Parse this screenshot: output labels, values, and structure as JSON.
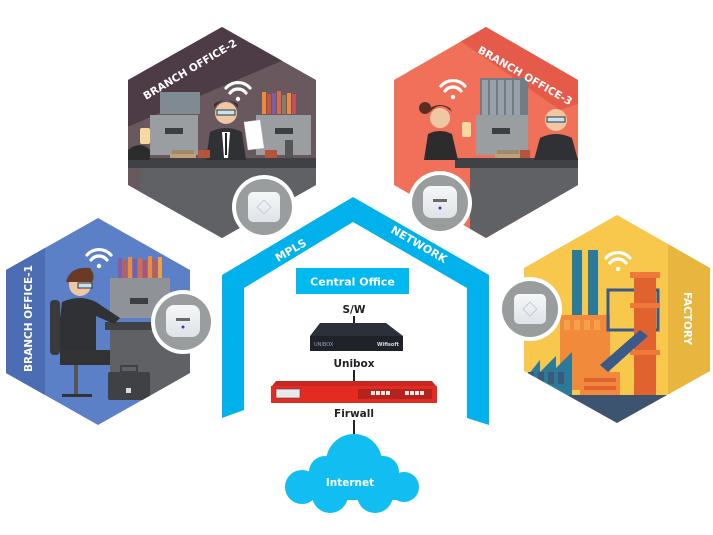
{
  "diagram": {
    "title": "MPLS Network Topology",
    "network_label_left": "MPLS",
    "network_label_right": "NETWORK",
    "central_office": {
      "label": "Central Office",
      "devices": [
        {
          "id": "switch",
          "label": "S/W"
        },
        {
          "id": "unibox",
          "label": "Unibox",
          "brand_left": "UNIBOX",
          "brand_right": "Wifisoft"
        },
        {
          "id": "firewall",
          "label": "Firwall"
        }
      ]
    },
    "internet": {
      "label": "Internet"
    },
    "sites": [
      {
        "id": "branch-office-1",
        "label": "BRANCH OFFICE-1",
        "color": "#5b7fc6",
        "icon": "wifi-icon",
        "ap": "access-point"
      },
      {
        "id": "branch-office-2",
        "label": "BRANCH OFFICE-2",
        "color": "#5e4b55",
        "icon": "wifi-icon",
        "ap": "access-point"
      },
      {
        "id": "branch-office-3",
        "label": "BRANCH OFFICE-3",
        "color": "#ee6a55",
        "icon": "wifi-icon",
        "ap": "access-point"
      },
      {
        "id": "factory",
        "label": "FACTORY",
        "color": "#f7c548",
        "icon": "wifi-icon",
        "ap": "access-point"
      }
    ]
  },
  "colors": {
    "network_blue": "#00b1ec",
    "cloud_blue": "#12bdf2",
    "firewall_red": "#e32b24",
    "unibox_black": "#1f2329",
    "ap_ring": "#9a9d9e"
  }
}
